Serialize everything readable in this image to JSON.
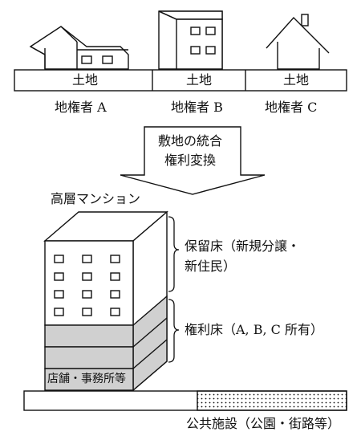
{
  "owners": [
    {
      "land_label": "土地",
      "owner_label": "地権者 A"
    },
    {
      "land_label": "土地",
      "owner_label": "地権者 B"
    },
    {
      "land_label": "土地",
      "owner_label": "地権者 C"
    }
  ],
  "arrow": {
    "line1": "敷地の統合",
    "line2": "権利変換"
  },
  "building": {
    "title": "高層マンション",
    "reserved_floor_line1": "保留床（新規分譲・",
    "reserved_floor_line2": "新住民）",
    "rights_floor": "権利床（A, B, C 所有）",
    "ground_floor": "店舗・事務所等"
  },
  "public_facility": "公共施設（公園・街路等）"
}
